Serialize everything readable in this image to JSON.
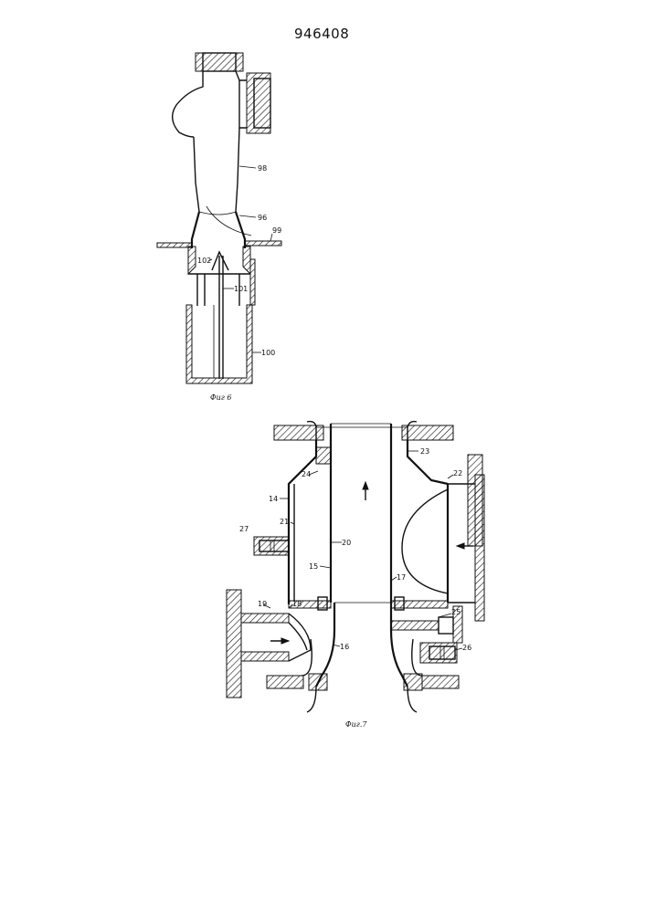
{
  "document": {
    "number": "946408"
  },
  "figure6": {
    "caption": "Фиг 6",
    "labels": [
      "98",
      "96",
      "99",
      "102",
      "101",
      "100"
    ]
  },
  "figure7": {
    "caption": "Фиг.7",
    "labels": [
      "23",
      "24",
      "22",
      "14",
      "21",
      "27",
      "20",
      "15",
      "17",
      "19",
      "18",
      "25",
      "16",
      "26"
    ]
  }
}
